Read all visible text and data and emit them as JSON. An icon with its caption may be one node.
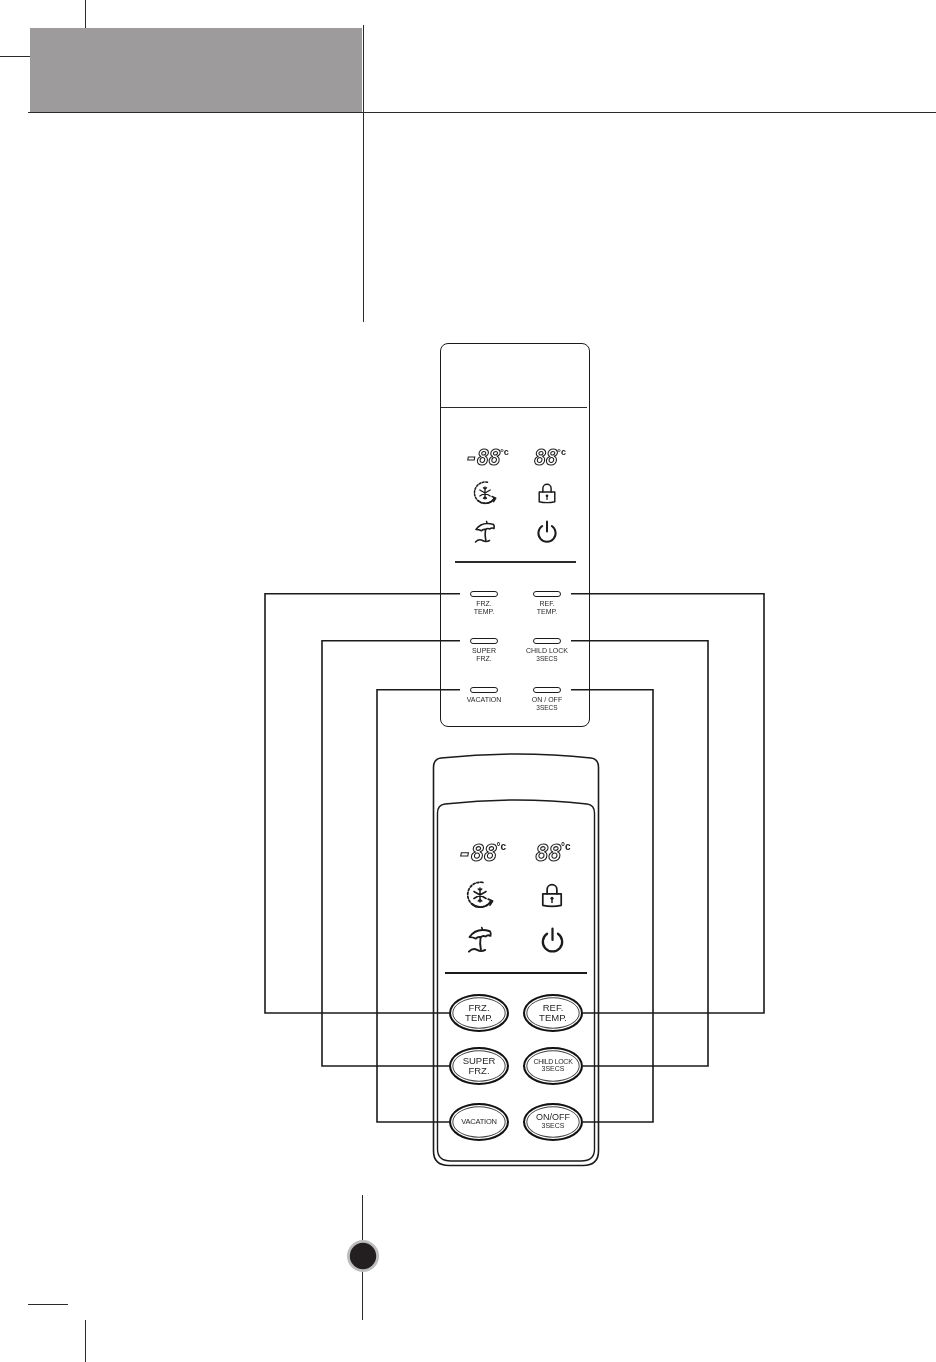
{
  "diagram": {
    "nodes": [
      {
        "text": [],
        "shape": "box"
      },
      {
        "text": [
          "FRZ. TEMP."
        ],
        "in": 0
      },
      {
        "text": [
          "REF. TEMP."
        ],
        "in": 0
      },
      {
        "text": [
          "SUPER FRZ."
        ],
        "in": 0
      },
      {
        "text": [
          "CHILD LOCK",
          "3SECS"
        ],
        "in": 0
      },
      {
        "text": [
          "VACATION"
        ],
        "in": 0
      },
      {
        "text": [
          "ON / OFF",
          "3SECS"
        ],
        "in": 0
      },
      {
        "text": [],
        "shape": "box"
      },
      {
        "text": [
          "FRZ. TEMP."
        ],
        "in": 7
      },
      {
        "text": [
          "REF. TEMP."
        ],
        "in": 7
      },
      {
        "text": [
          "SUPER FRZ."
        ],
        "in": 7
      },
      {
        "text": [
          "CHILD LOCK",
          "3SECS"
        ],
        "in": 7
      },
      {
        "text": [
          "VACATION"
        ],
        "in": 7
      },
      {
        "text": [
          "ON/OFF",
          "3SECS"
        ],
        "in": 7
      }
    ],
    "edges": [
      {
        "from": 1,
        "to": 8,
        "arrow": "none"
      },
      {
        "from": 2,
        "to": 9,
        "arrow": "none"
      },
      {
        "from": 3,
        "to": 10,
        "arrow": "none"
      },
      {
        "from": 4,
        "to": 11,
        "arrow": "none"
      },
      {
        "from": 5,
        "to": 12,
        "arrow": "none"
      },
      {
        "from": 6,
        "to": 13,
        "arrow": "none"
      }
    ],
    "labels": [
      "-88$^{°c}$",
      "88$^{°c}$",
      "-88$^{°c}$",
      "88$^{°c}$"
    ]
  }
}
